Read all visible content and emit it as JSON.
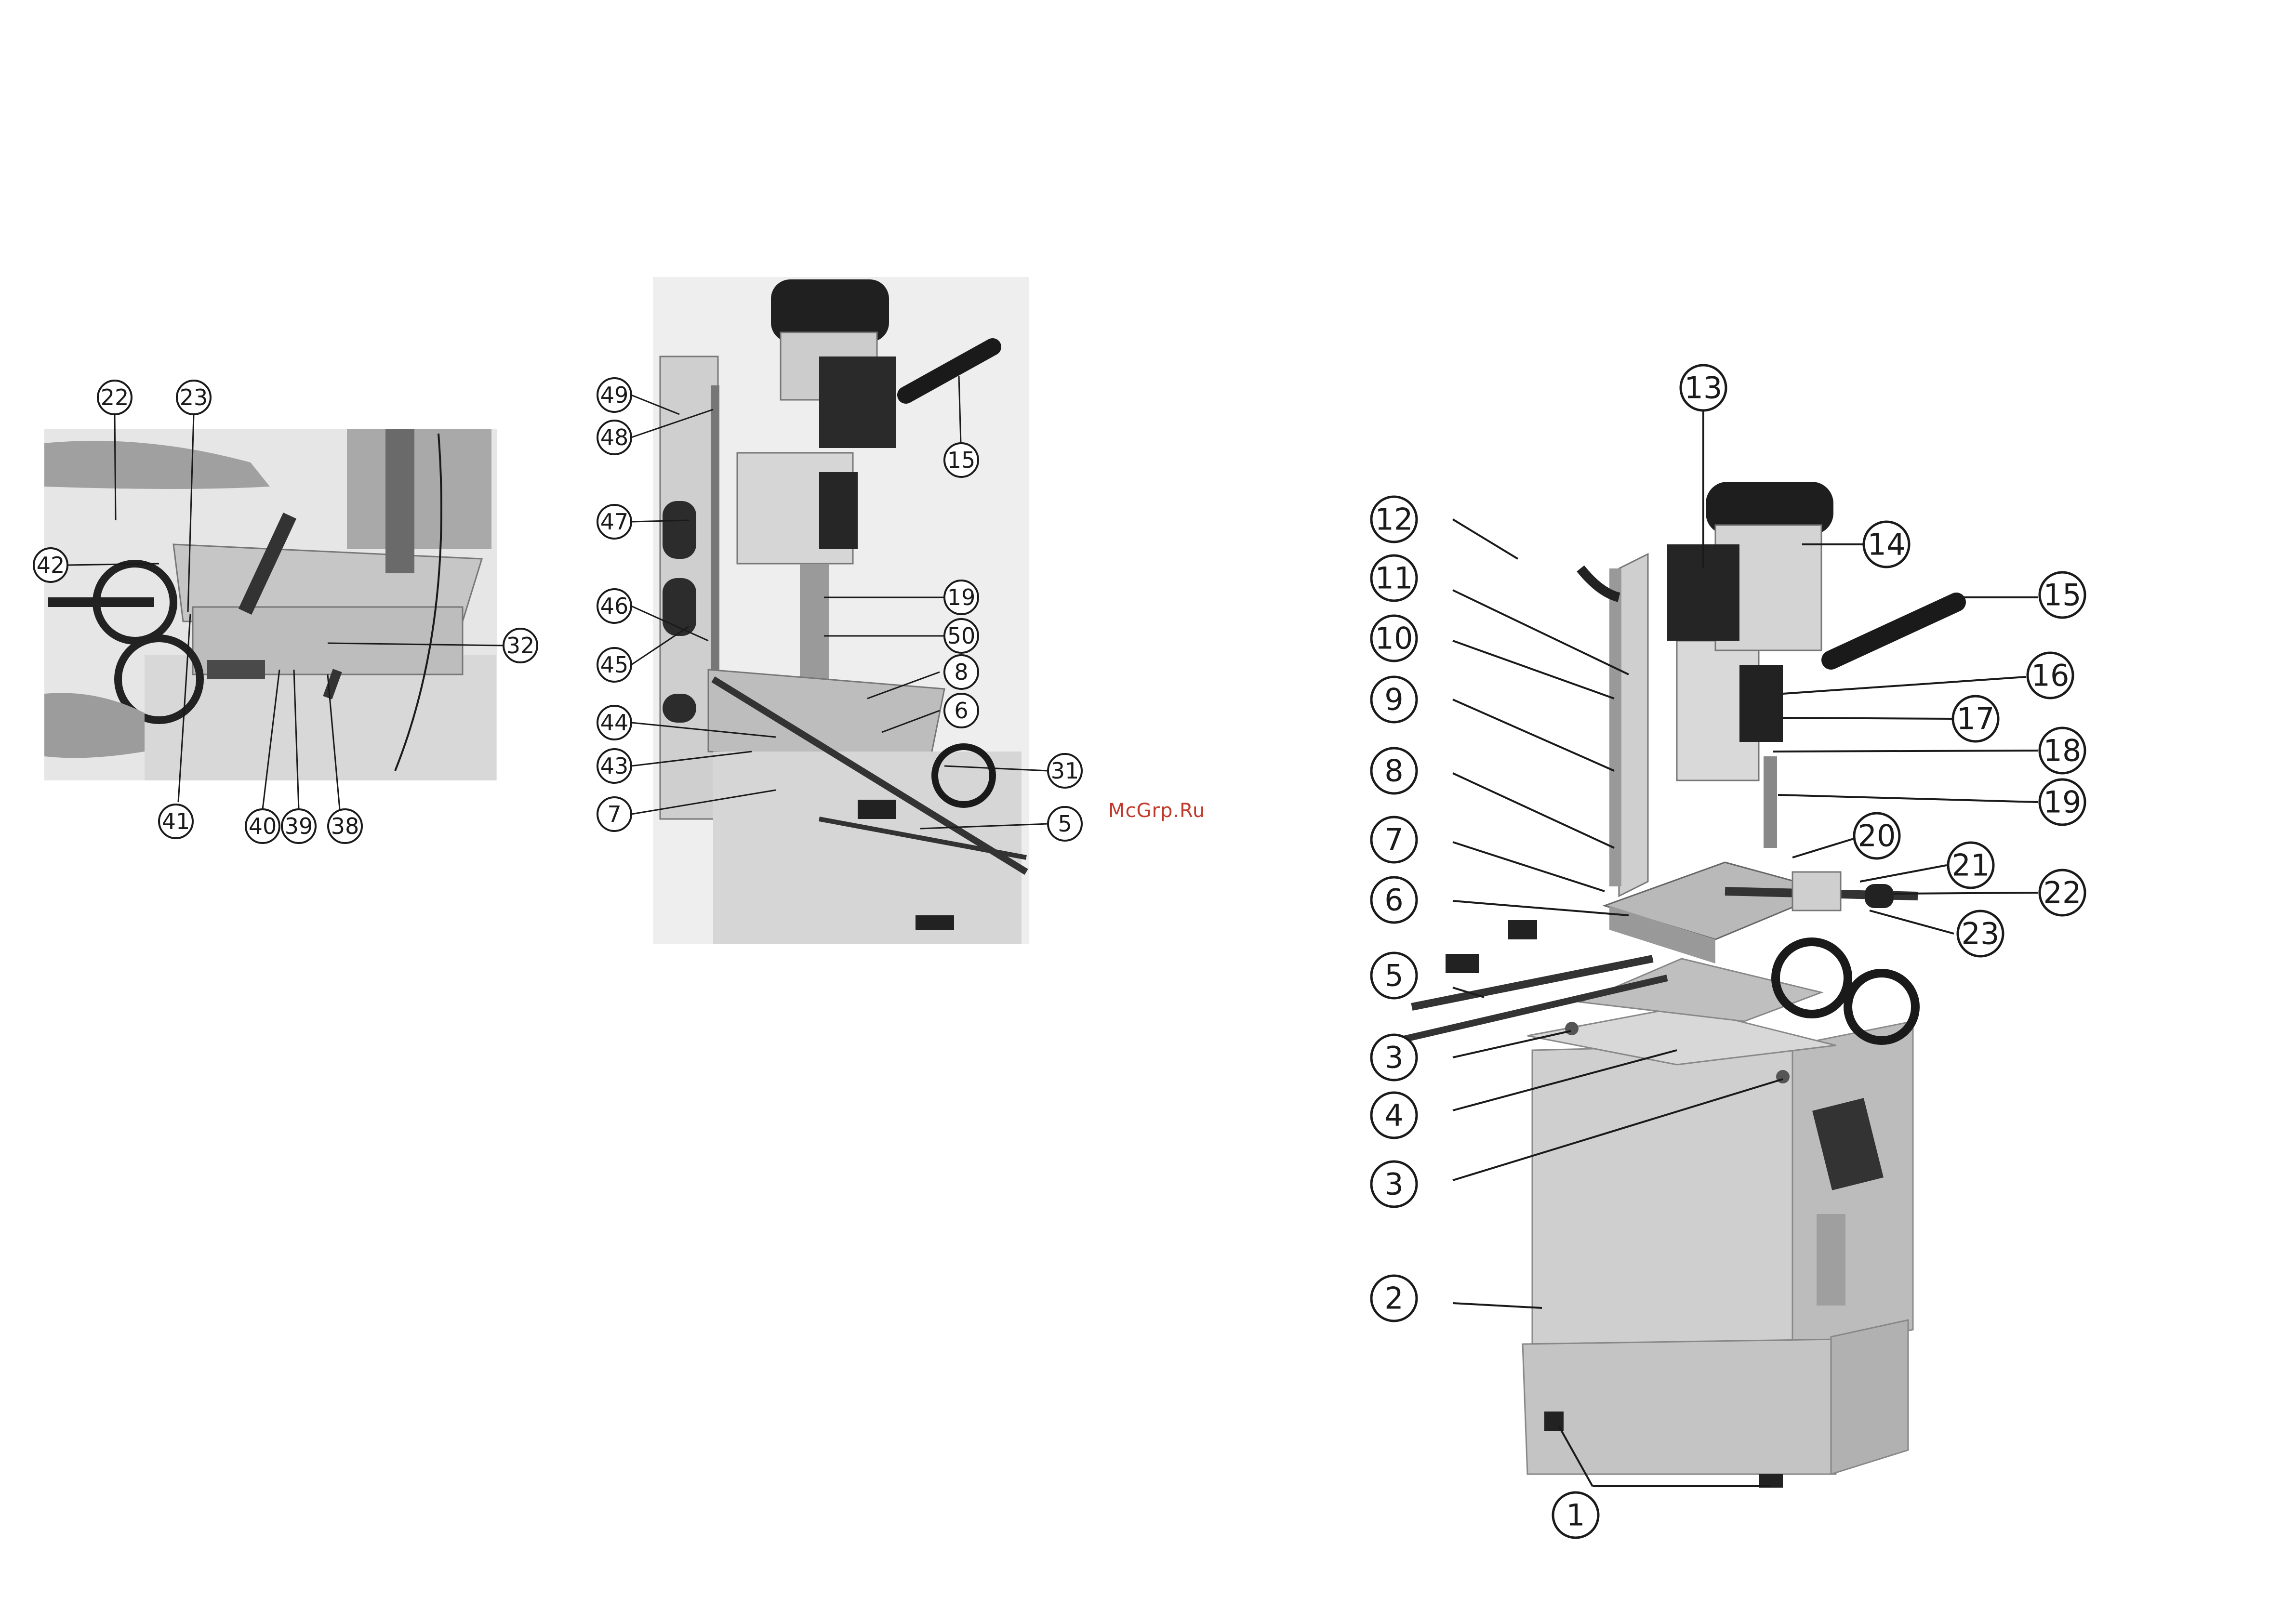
{
  "watermark": "McGrp.Ru",
  "photos": [
    {
      "id": "left-detail",
      "callouts": [
        "22",
        "23",
        "42",
        "32",
        "41",
        "40",
        "39",
        "38"
      ]
    },
    {
      "id": "middle-detail",
      "callouts": [
        "49",
        "48",
        "47",
        "46",
        "45",
        "44",
        "43",
        "7",
        "15",
        "19",
        "50",
        "8",
        "6",
        "31",
        "5"
      ]
    },
    {
      "id": "full-machine",
      "callouts": [
        "13",
        "12",
        "11",
        "10",
        "9",
        "8",
        "7",
        "6",
        "5",
        "3",
        "4",
        "3",
        "2",
        "1",
        "14",
        "15",
        "16",
        "17",
        "18",
        "19",
        "20",
        "21",
        "22",
        "23"
      ]
    }
  ],
  "colors": {
    "line": "#1a1a1a",
    "machine_light": "#cfcfcf",
    "machine_mid": "#9a9a9a",
    "machine_dark": "#2b2b2b",
    "watermark": "#c0392b"
  }
}
